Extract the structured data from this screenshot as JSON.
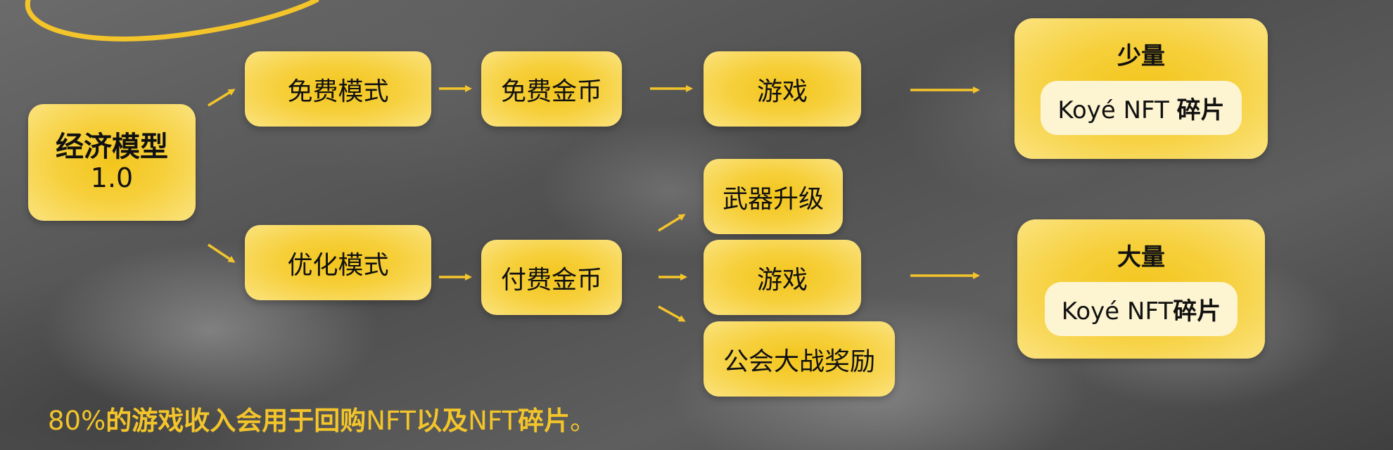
{
  "diagram": {
    "root": {
      "line1": "经济模型",
      "line2": "1.0"
    },
    "free_mode": "免费模式",
    "opt_mode": "优化模式",
    "free_coin": "免费金币",
    "paid_coin": "付费金币",
    "game_top": "游戏",
    "weapon_upgrade": "武器升级",
    "game_mid": "游戏",
    "guild_war": "公会大战奖励",
    "out_small": {
      "qty": "少量",
      "name": "Koyé NFT ",
      "name_bold": "碎片"
    },
    "out_large": {
      "qty": "大量",
      "name": "Koyé NFT",
      "name_bold": "碎片"
    }
  },
  "footer": {
    "p1": "80%",
    "p2": "的游戏收入会用于回购",
    "p3": "NFT",
    "p4": "以及",
    "p5": "NFT",
    "p6": "碎片",
    "p7": "。"
  },
  "colors": {
    "accent": "#f4c52a",
    "box": "#f6cf3a",
    "pill": "#fdf4d2"
  }
}
